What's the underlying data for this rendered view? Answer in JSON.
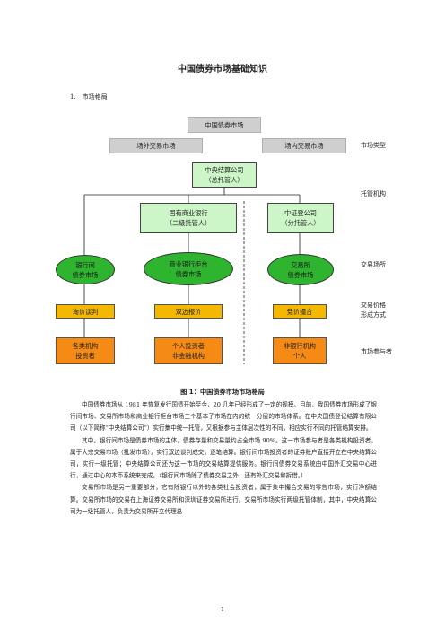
{
  "doc": {
    "title": "中国债券市场基础知识",
    "section": "1.　市场格局",
    "caption": "图 1：中国债券市场市场格局",
    "page_number": "1"
  },
  "diagram": {
    "root": "中国债券市场",
    "otc": "场外交易市场",
    "exchange": "场内交易市场",
    "ccdc": [
      "中央结算公司",
      "（总托管人）"
    ],
    "banks": [
      "国有商业银行",
      "（二级托管人）"
    ],
    "csdc": [
      "中证登公司",
      "（分托管人）"
    ],
    "interbank": [
      "银行间",
      "债券市场"
    ],
    "counter": [
      "商业银行柜台",
      "债券市场"
    ],
    "exch_market": [
      "交易所",
      "债券市场"
    ],
    "inquiry": "询价谈判",
    "bilateral": "双边报价",
    "auction": "竞价撮合",
    "inst": [
      "各类机构",
      "投资者"
    ],
    "individual": [
      "个人投资者",
      "非金融机构"
    ],
    "nonbank": [
      "非银行机构",
      "个人"
    ]
  },
  "side_labels": {
    "market_type": "市场类型",
    "custodian": "托管机构",
    "venue": "交易场所",
    "pricing": [
      "交易价格",
      "形成方式"
    ],
    "participants": "市场参与者"
  },
  "paragraphs": [
    "中国债券市场从 1981 年恢复发行国债开始至今，20 几年已经形成了一定的规模。目前，我国债券市场形成了银行间市场、交易所市场和商业银行柜台市场三个基本子市场在内的统一分层的市场体系。在中央国债登记结算有限公司（以下简称“中央结算公司”）实行集中统一托管，又根据参与主体层次性的不同，相应实行不同的托管结算安排。",
    "其中，银行间市场是债券市场的主体，债券存量和交易量约占全市场 90%。这一市场参与者是各类机构投资者，属于大宗交易市场（批发市场），实行双边谈判成交，逐笔结算。银行间市场投资者的证券账户直接开立在中央结算公司，实行一级托管；中央结算公司还为这一市场的交易结算提供服务。银行间债券交易系统由中国外汇交易中心进行，通过中心的本币系统来完成。（银行间市场除了债券交易之外，还有外汇交易和拆借。）",
    "交易所市场是另一重要部分，它有除银行以外的各类社会投资者，属于集中撮合交易的零售市场，实行净额结算。交易所市场的交易在上海证券交易所和深圳证券交易所进行。交易所市场实行两级托管体制，其中，中央结算公司为一级托管人，负责为交易所开立代理总"
  ]
}
